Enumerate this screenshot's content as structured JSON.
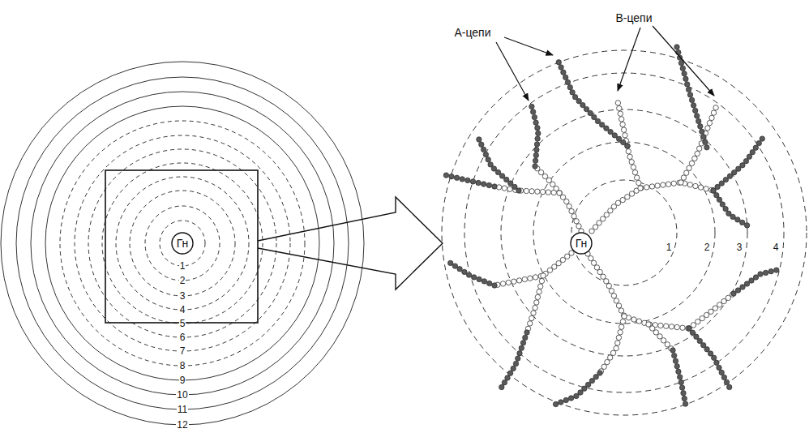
{
  "diagram": {
    "nodes": [
      {
        "text": [
          "Гн"
        ]
      },
      {
        "text": [
          "Гн"
        ]
      }
    ],
    "labels": [
      "1",
      "2",
      "3",
      "4",
      "5",
      "6",
      "7",
      "8",
      "9",
      "10",
      "11",
      "12",
      "1",
      "2",
      "3",
      "4",
      "А-цепи",
      "В-цепи"
    ]
  }
}
